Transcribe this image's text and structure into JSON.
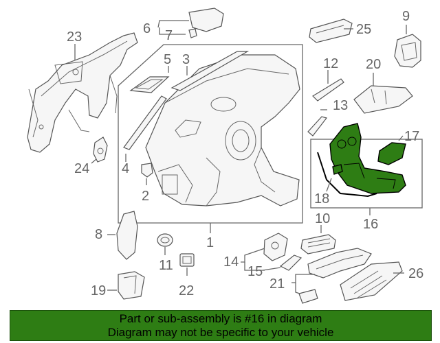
{
  "callouts": {
    "c1": "1",
    "c2": "2",
    "c3": "3",
    "c4": "4",
    "c5": "5",
    "c6": "6",
    "c7": "7",
    "c8": "8",
    "c9": "9",
    "c10": "10",
    "c11": "11",
    "c12": "12",
    "c13": "13",
    "c14": "14",
    "c15": "15",
    "c16": "16",
    "c17": "17",
    "c18": "18",
    "c19": "19",
    "c20": "20",
    "c21": "21",
    "c22": "22",
    "c23": "23",
    "c24": "24",
    "c25": "25",
    "c26": "26"
  },
  "highlighted_part": "16",
  "colors": {
    "highlight": "#2e7d14",
    "callout_text": "#666666",
    "outline": "#555555"
  },
  "footer": {
    "line1": "Part or sub-assembly is #16 in diagram",
    "line2": "Diagram may not be specific to your vehicle"
  }
}
